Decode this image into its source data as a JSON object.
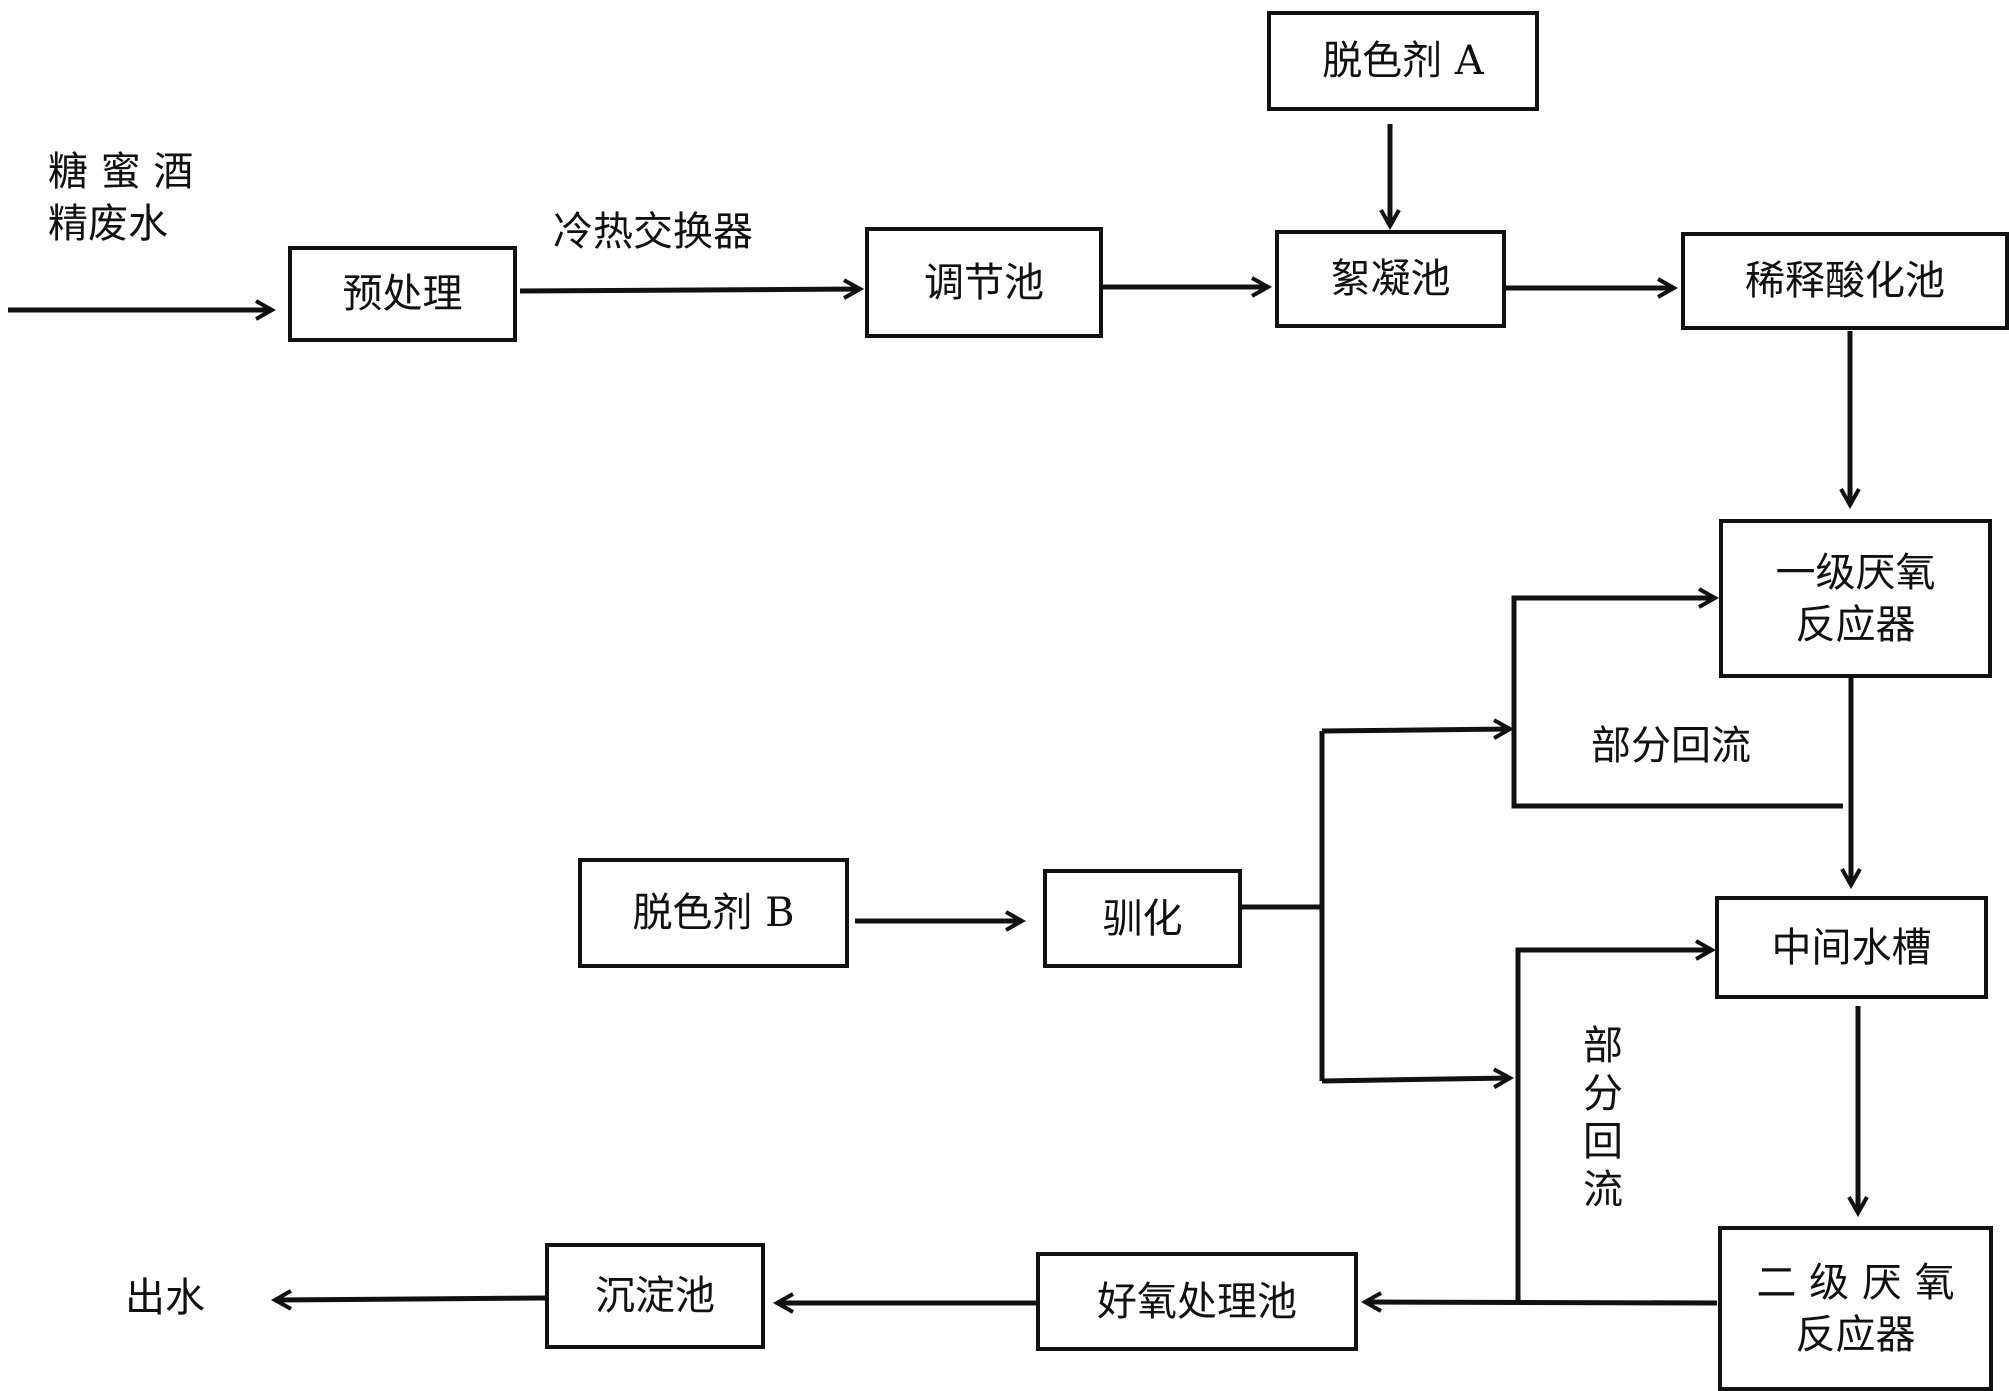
{
  "nodes": {
    "pretreatment": "预处理",
    "regulating_tank": "调节池",
    "decolorant_a": "脱色剂 A",
    "flocculation_tank": "絮凝池",
    "dilution_acidification_tank": "稀释酸化池",
    "anaerobic_1": [
      "一级厌氧",
      "反应器"
    ],
    "intermediate_tank": "中间水槽",
    "anaerobic_2": [
      "二 级 厌 氧",
      "反应器"
    ],
    "decolorant_b": "脱色剂 B",
    "acclimation": "驯化",
    "aerobic_tank": "好氧处理池",
    "sedimentation_tank": "沉淀池"
  },
  "labels": {
    "input": [
      "糖 蜜 酒",
      "精废水"
    ],
    "heat_exchanger": "冷热交换器",
    "reflux_1": "部分回流",
    "reflux_2": [
      "部",
      "分",
      "回",
      "流"
    ],
    "output": "出水"
  },
  "colors": {
    "line": "#111111",
    "background": "#ffffff"
  }
}
